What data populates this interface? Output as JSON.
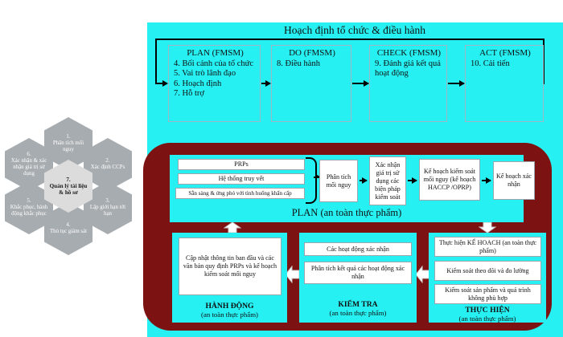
{
  "colors": {
    "cyan": "#26f0f2",
    "dark_red": "#7d1212",
    "hex_gray": "#a7acb0",
    "hex_center_gray": "#dcdcdc"
  },
  "top_section": {
    "title": "Hoạch định tổ chức & điều hành",
    "boxes": [
      {
        "header": "PLAN (FMSM)",
        "lines": [
          "4. Bối cảnh của tổ chức",
          "5. Vai trò lãnh đạo",
          "6. Hoạch định",
          "7. Hỗ trợ"
        ]
      },
      {
        "header": "DO (FMSM)",
        "lines": [
          "8. Điều hành"
        ]
      },
      {
        "header": "CHECK (FMSM)",
        "lines": [
          "9. Đánh giá kết quả hoạt động"
        ]
      },
      {
        "header": "ACT (FMSM)",
        "lines": [
          "10. Cải tiến"
        ]
      }
    ]
  },
  "hexagons": {
    "outer": [
      "1.\nPhân tích mối nguy",
      "2.\nXác định CCPs",
      "3.\nLập giới hạn tới hạn",
      "4.\nThủ tục giảm sát",
      "5.\nKhắc phục, hành động khắc phục",
      "6.\nXác nhận & xác nhận giá trị sử dụng"
    ],
    "center": "7.\nQuản lý tài liệu & hồ sơ"
  },
  "plan_band": {
    "label": "PLAN (an toàn thực phẩm)",
    "stack": [
      "PRPs",
      "Hệ thống truy vết",
      "Sẵn sàng & ứng phó với tình huống khẩn cấp"
    ],
    "flow": [
      "Phân tích mối nguy",
      "Xác nhận giá trị sử dụng các biện pháp kiểm soát",
      "Kế hoạch kiểm soát mối nguy (kế hoạch HACCP /OPRP)",
      "Kế hoạch xác nhận"
    ]
  },
  "columns": {
    "act": {
      "label_line1": "HÀNH ĐỘNG",
      "label_line2": "(an toàn thực phẩm)",
      "boxes": [
        "Cập nhật thông tin ban đầu và các văn bản quy định PRPs và kế hoạch kiểm soát mối nguy"
      ]
    },
    "check": {
      "label_line1": "KIỂM TRA",
      "label_line2": "(an toàn thực phẩm)",
      "boxes": [
        "Các hoạt động xác nhận",
        "Phân tích kết quả các hoạt động xác nhận"
      ]
    },
    "do": {
      "label_line1": "THỰC HIỆN",
      "label_line2": "(an toàn thực phẩm)",
      "boxes": [
        "Thực hiện KẾ HOACH (an toàn thực phẩm)",
        "Kiểm soát theo dõi và đo lường",
        "Kiểm soát sản phẩm và quá trình không phù hợp"
      ]
    }
  },
  "icons": {
    "arrow_right": "arrow-right-icon",
    "arrow_left": "arrow-left-icon",
    "arrow_down": "arrow-down-icon",
    "arrow_up": "arrow-up-icon",
    "brace": "curly-brace-icon"
  }
}
